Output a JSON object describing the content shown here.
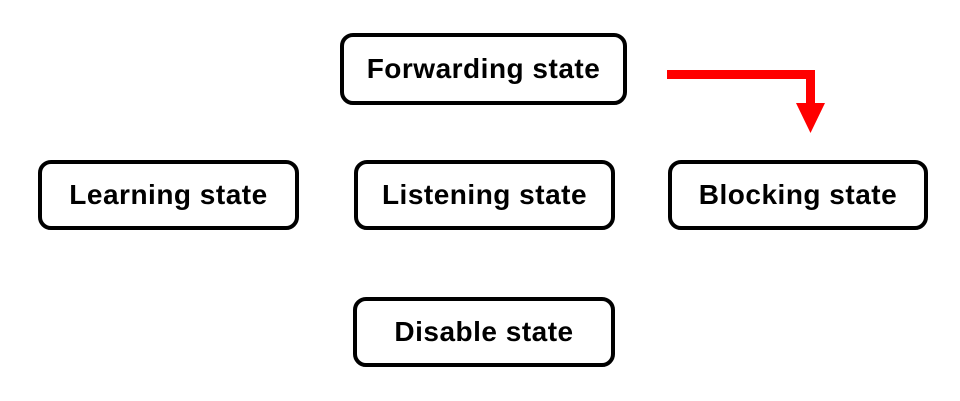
{
  "diagram": {
    "background_color": "#ffffff",
    "nodes": {
      "forwarding": {
        "label": "Forwarding state"
      },
      "learning": {
        "label": "Learning state"
      },
      "listening": {
        "label": "Listening state"
      },
      "blocking": {
        "label": "Blocking state"
      },
      "disable": {
        "label": "Disable state"
      }
    },
    "arrow": {
      "from": "Forwarding state",
      "to": "Blocking state",
      "color": "#ff0000"
    },
    "styles": {
      "box_border_color": "#000000",
      "box_fill_color": "#ffffff",
      "text_color": "#000000"
    }
  }
}
